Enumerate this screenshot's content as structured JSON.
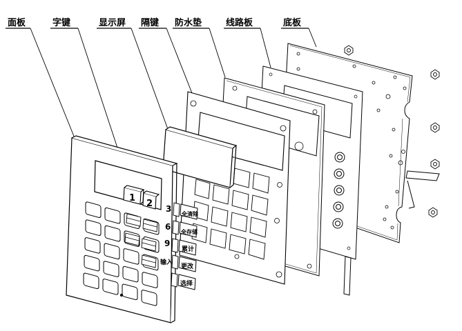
{
  "labels": {
    "panel": "面板",
    "char_keys": "字键",
    "display": "显示屏",
    "spacer_keys": "隔键",
    "waterproof_pad": "防水垫",
    "circuit_board": "线路板",
    "base_plate": "底板"
  },
  "keys": {
    "k1": "1",
    "k2": "2",
    "k3": "3",
    "k6": "6",
    "k9": "9",
    "input": "输入",
    "all_clear": "全清除",
    "all_store": "全存储",
    "accumulate": "累计",
    "change": "更改",
    "select": "选择"
  },
  "colors": {
    "stroke": "#000000",
    "background": "#ffffff"
  }
}
